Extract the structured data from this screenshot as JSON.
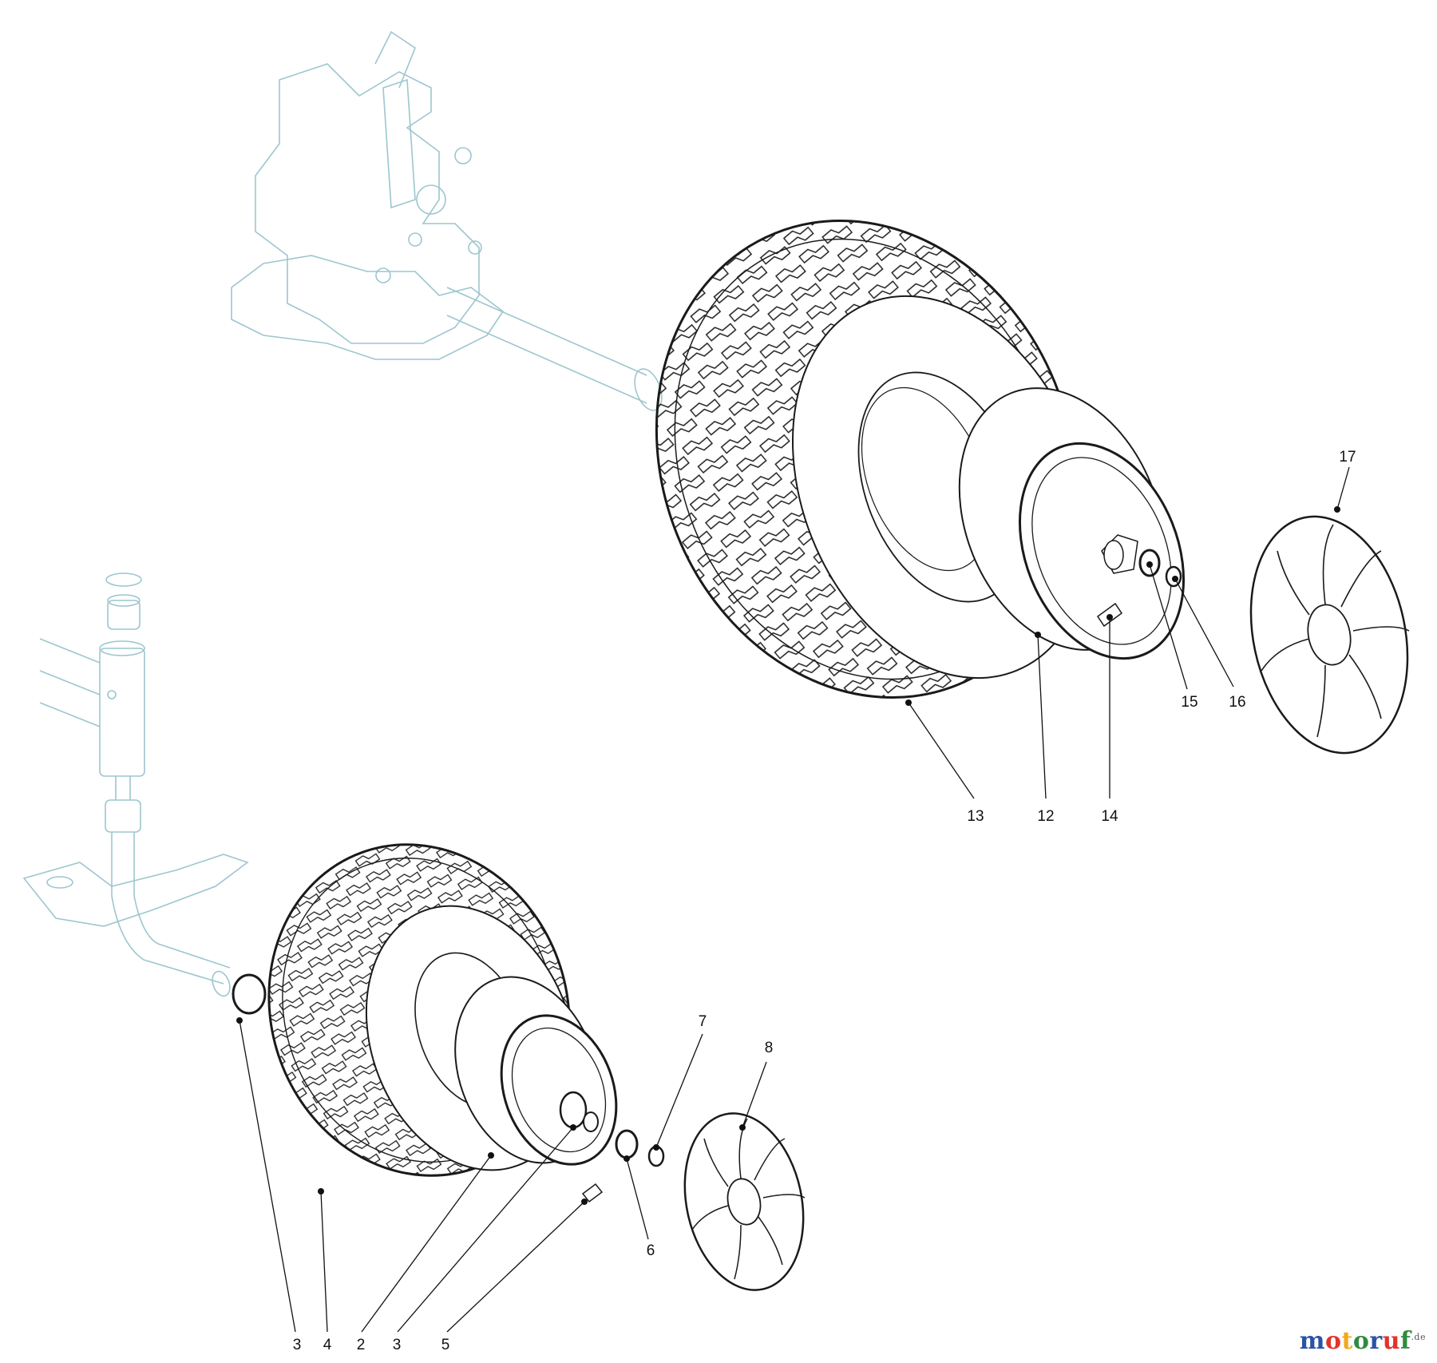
{
  "callouts": [
    {
      "id": "1",
      "label": "17"
    },
    {
      "id": "2",
      "label": "15"
    },
    {
      "id": "3",
      "label": "16"
    },
    {
      "id": "4",
      "label": "13"
    },
    {
      "id": "5",
      "label": "12"
    },
    {
      "id": "6",
      "label": "14"
    },
    {
      "id": "7",
      "label": "7"
    },
    {
      "id": "8",
      "label": "8"
    },
    {
      "id": "9",
      "label": "6"
    },
    {
      "id": "10",
      "label": "3"
    },
    {
      "id": "11",
      "label": "4"
    },
    {
      "id": "12",
      "label": "2"
    },
    {
      "id": "13",
      "label": "3"
    },
    {
      "id": "14",
      "label": "5"
    }
  ],
  "watermark": {
    "parts": [
      "m",
      "o",
      "t",
      "o",
      "r",
      "u",
      "f"
    ],
    "colors": [
      "#2b54a3",
      "#e2332b",
      "#f2a81d",
      "#2e8b3e",
      "#2b54a3",
      "#e2332b",
      "#2e8b3e"
    ],
    "suffix": ".de"
  }
}
